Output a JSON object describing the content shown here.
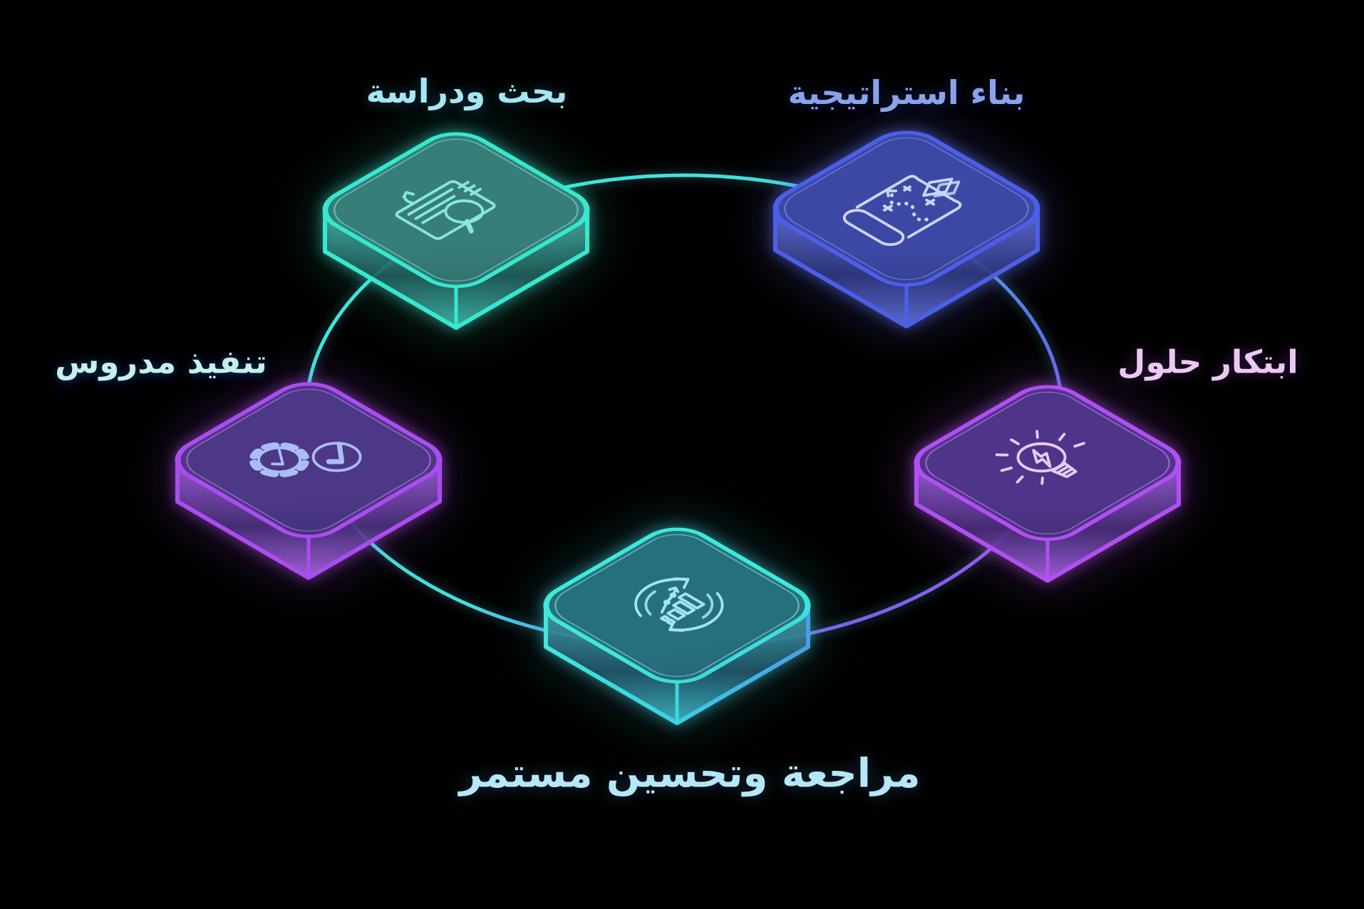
{
  "diagram": {
    "type": "cycle",
    "background_color": "#000000",
    "steps": [
      {
        "id": "research",
        "label": "بحث ودراسة",
        "icon": "document-magnifier-icon",
        "edge_color": "#36e8cf",
        "label_color": "#a5e6f2"
      },
      {
        "id": "strategy",
        "label": "بناء استراتيجية",
        "icon": "strategy-map-icon",
        "edge_color": "#4d5fe8",
        "label_color": "#8ba3e8"
      },
      {
        "id": "innovation",
        "label": "ابتكار حلول",
        "icon": "lightbulb-bolt-icon",
        "edge_color": "#b14ff2",
        "label_color": "#ecc8f4"
      },
      {
        "id": "implementation",
        "label": "تنفيذ مدروس",
        "icon": "gear-checkmark-icon",
        "edge_color": "#ab4cf0",
        "label_color": "#c6f0ea"
      },
      {
        "id": "review",
        "label": "مراجعة وتحسين مستمر",
        "icon": "cycle-chart-icon",
        "edge_color": "#3fe9da",
        "label_color": "#b5e7f7"
      }
    ],
    "connector": {
      "shape": "ellipse",
      "colors": [
        "#3ce9d6",
        "#5873e8",
        "#a052f0"
      ]
    }
  }
}
